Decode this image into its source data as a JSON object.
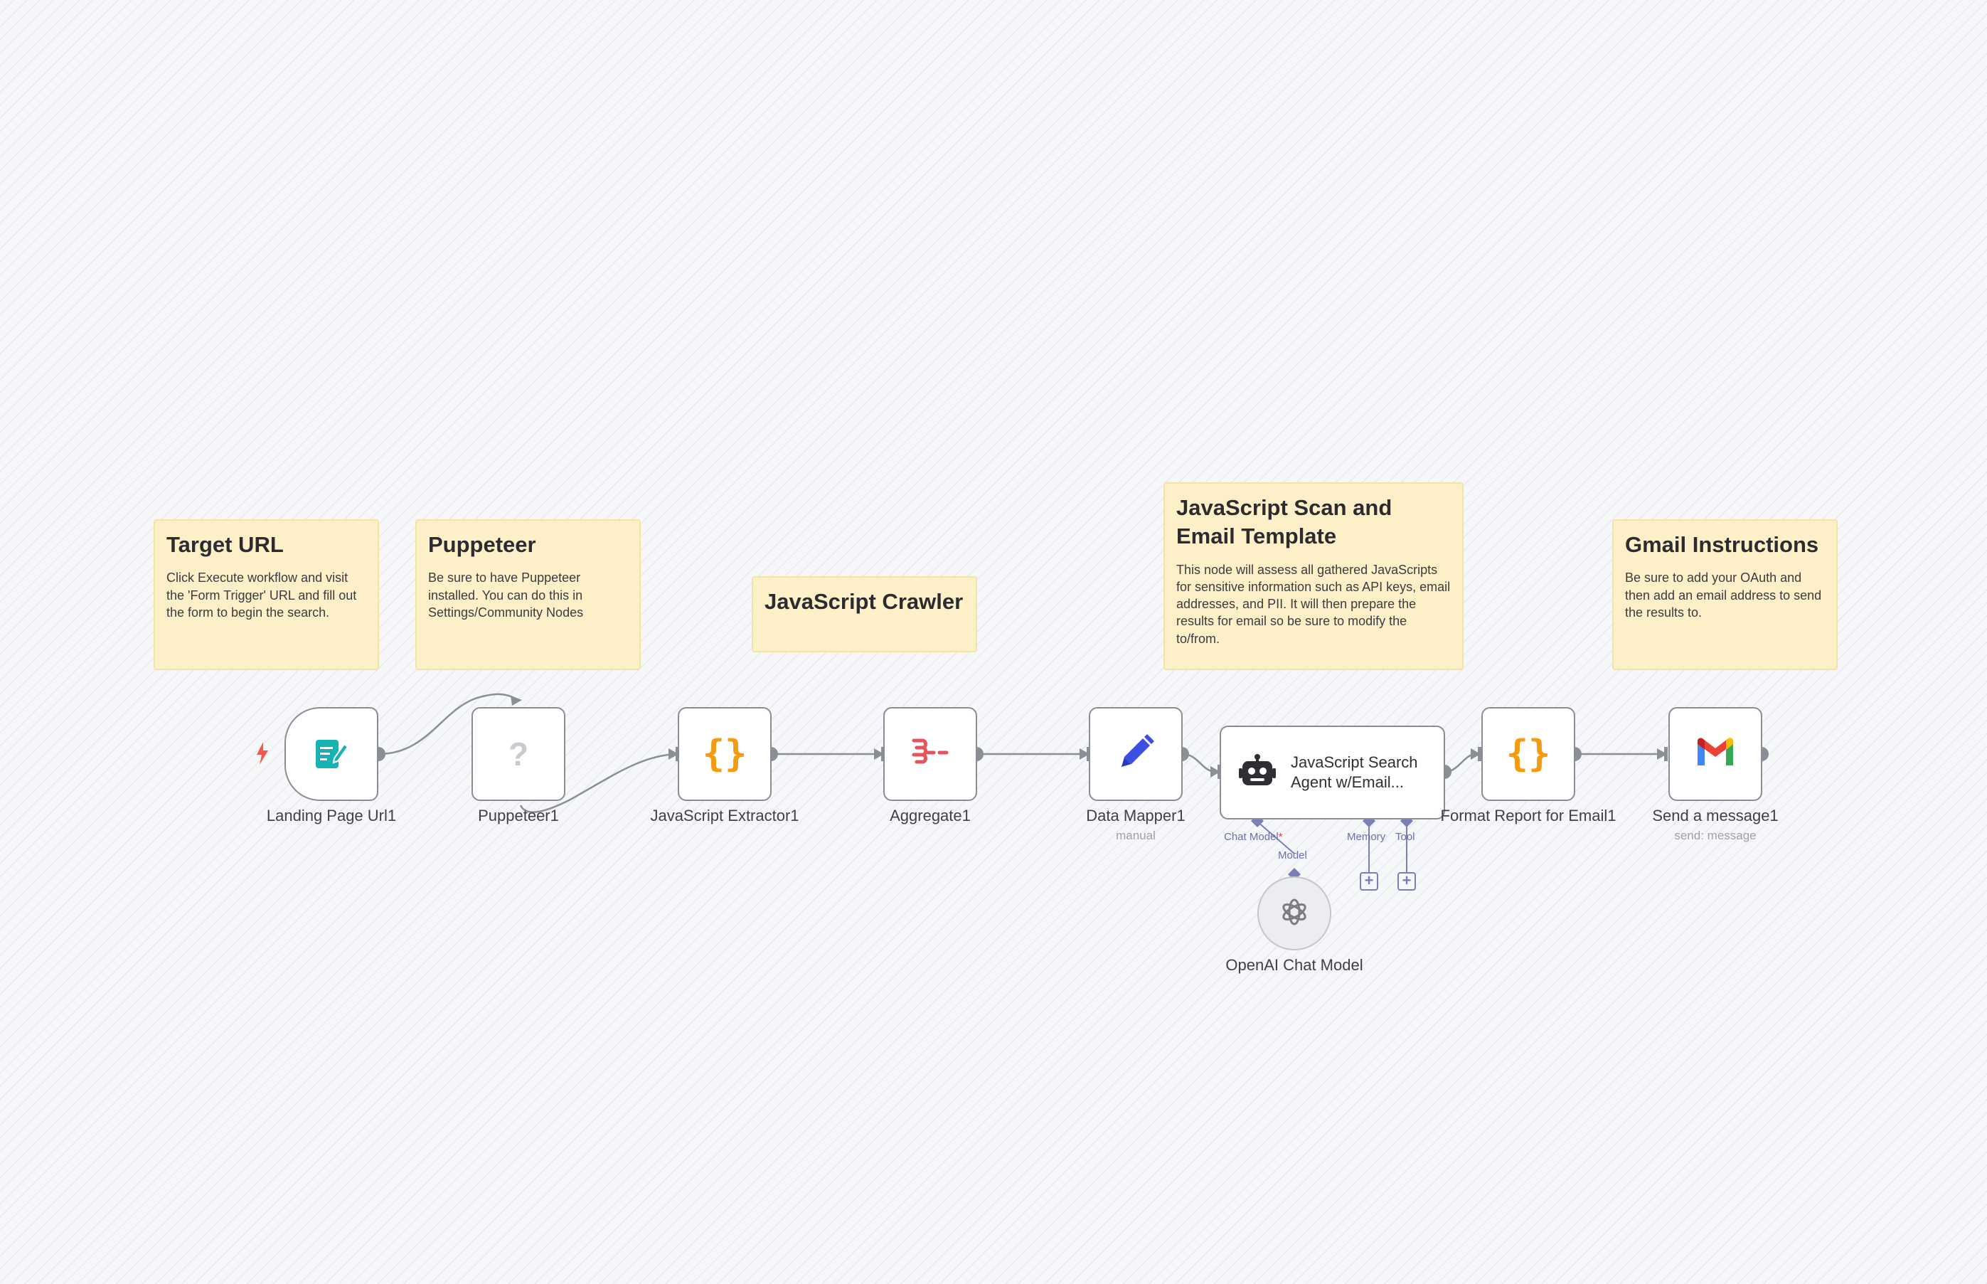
{
  "sticky_notes": [
    {
      "title": "Target URL",
      "body": "Click Execute workflow and visit the 'Form Trigger' URL and fill out the form to begin the search."
    },
    {
      "title": "Puppeteer",
      "body": "Be sure to have Puppeteer installed. You can do this in Settings/Community Nodes"
    },
    {
      "title": "JavaScript Crawler",
      "body": ""
    },
    {
      "title": "JavaScript Scan and Email Template",
      "body": "This node will assess all gathered JavaScripts for sensitive information such as API keys, email addresses, and PII. It will then prepare the results for email so be sure to modify the to/from."
    },
    {
      "title": "Gmail Instructions",
      "body": "Be sure to add your OAuth and then add an email address to send the results to."
    }
  ],
  "nodes": {
    "landing": {
      "label": "Landing Page Url1",
      "icon": "form-icon"
    },
    "puppeteer": {
      "label": "Puppeteer1",
      "icon": "question-icon"
    },
    "extractor": {
      "label": "JavaScript Extractor1",
      "icon": "code-braces-icon"
    },
    "aggregate": {
      "label": "Aggregate1",
      "icon": "aggregate-icon"
    },
    "mapper": {
      "label": "Data Mapper1",
      "sublabel": "manual",
      "icon": "pencil-icon"
    },
    "agent": {
      "label": "JavaScript Search Agent w/Email...",
      "icon": "robot-icon"
    },
    "format": {
      "label": "Format Report for Email1",
      "icon": "code-braces-icon"
    },
    "gmail": {
      "label": "Send a message1",
      "sublabel": "send: message",
      "icon": "gmail-icon"
    },
    "openai": {
      "label": "OpenAI Chat Model",
      "icon": "openai-icon"
    }
  },
  "agent_ports": {
    "chat_model": "Chat Model",
    "required_mark": "*",
    "memory": "Memory",
    "tool": "Tool",
    "model_conn": "Model",
    "add_symbol": "+"
  },
  "colors": {
    "sticky": "#fdf0c8",
    "node_border": "#8a8d94",
    "wire": "#8b8e96",
    "ai_port": "#7c7fb7",
    "braces": "#f39c12",
    "form_teal": "#16b3b3",
    "aggregate_red": "#e5545c",
    "pencil_blue": "#3b4fe4",
    "trigger_bolt": "#ef5a4c"
  }
}
